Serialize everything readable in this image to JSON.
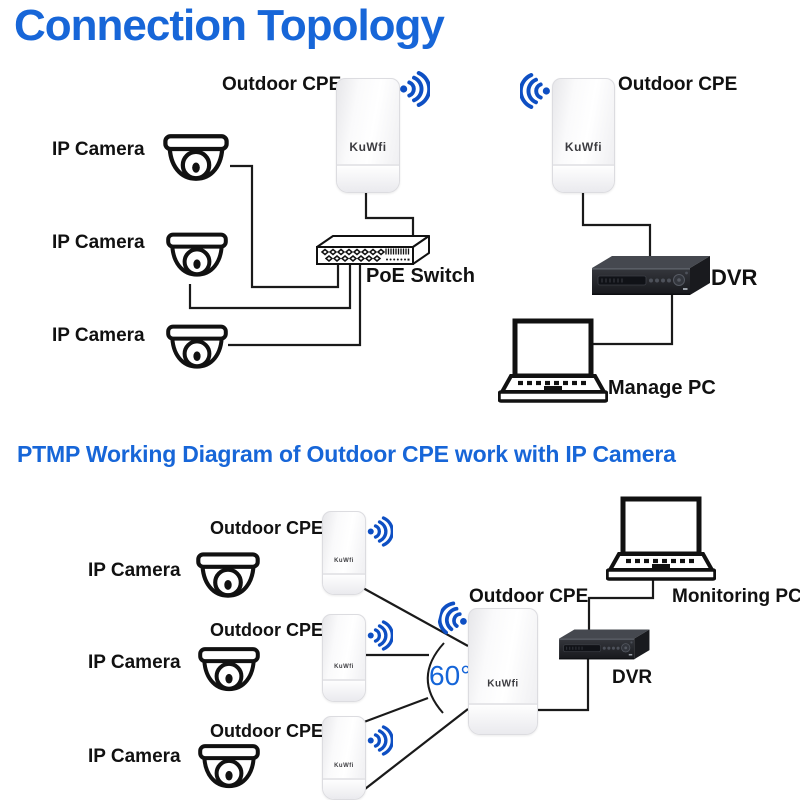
{
  "titles": {
    "main": "Connection Topology",
    "ptmp": "PTMP Working Diagram of Outdoor CPE work with IP Camera"
  },
  "labels": {
    "outdoor_cpe": "Outdoor CPE",
    "ip_camera": "IP Camera",
    "poe_switch": "PoE Switch",
    "dvr": "DVR",
    "manage_pc": "Manage PC",
    "monitoring_pc": "Monitoring PC",
    "beam_angle": "60°",
    "device_brand": "KuWfi"
  },
  "icons": {
    "wifi": "wifi-signal-icon",
    "camera": "dome-camera-icon",
    "laptop": "laptop-icon",
    "switch": "poe-switch-icon",
    "dvr": "dvr-icon"
  },
  "colors": {
    "heading_blue": "#1766d8",
    "wifi_blue": "#0e4fc3",
    "angle_blue": "#1565d8",
    "line_black": "#1a1a1a"
  }
}
